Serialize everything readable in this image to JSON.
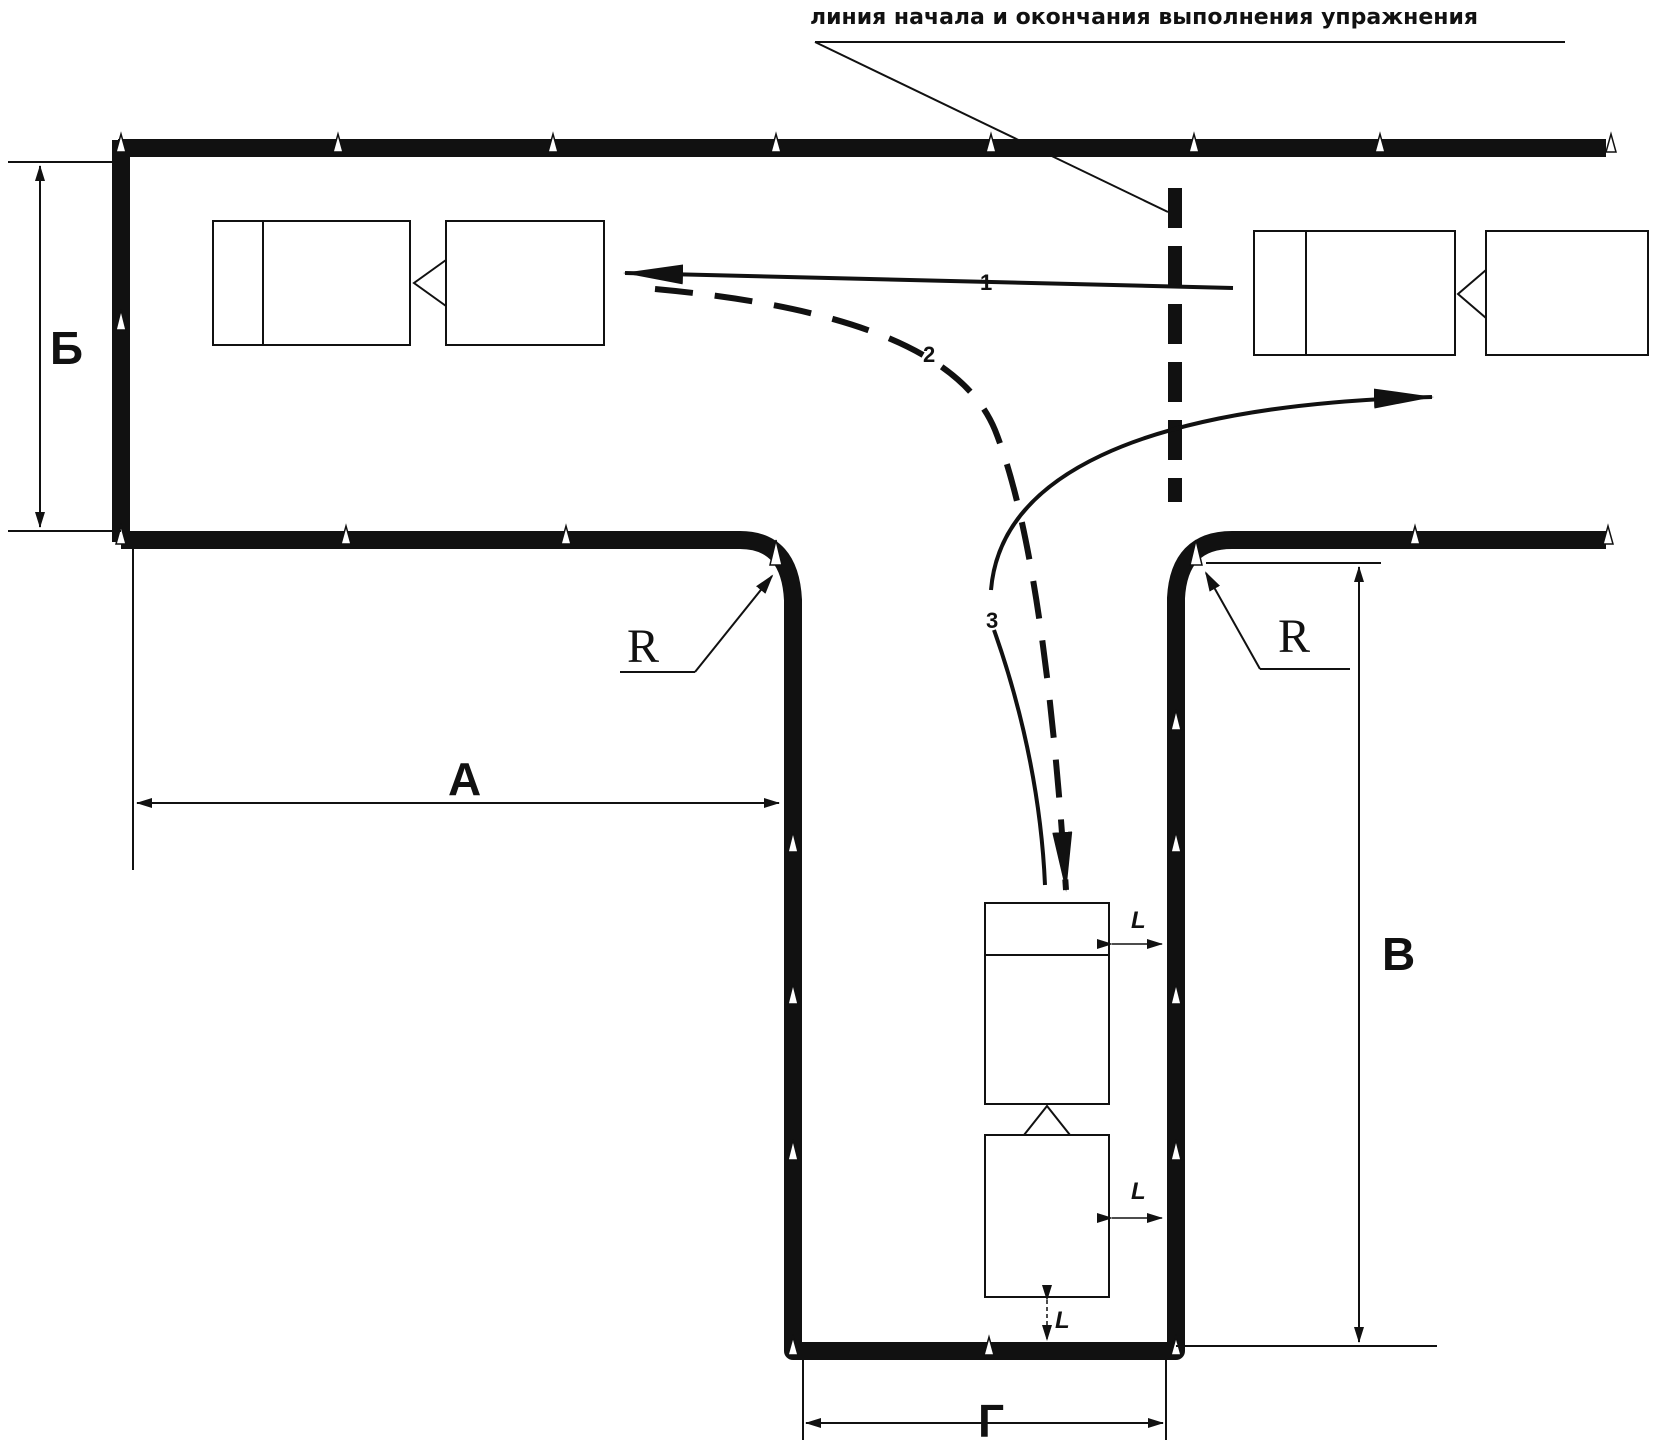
{
  "caption": "линия начала и окончания выполнения упражнения",
  "dimensions": {
    "a": "А",
    "b": "Б",
    "v": "В",
    "g": "Г"
  },
  "radius_label": "R",
  "clearance_label": "L",
  "paths": [
    "1",
    "2",
    "3"
  ],
  "colors": {
    "line": "#111111",
    "cone": "#ffffff",
    "background": "#ffffff"
  }
}
